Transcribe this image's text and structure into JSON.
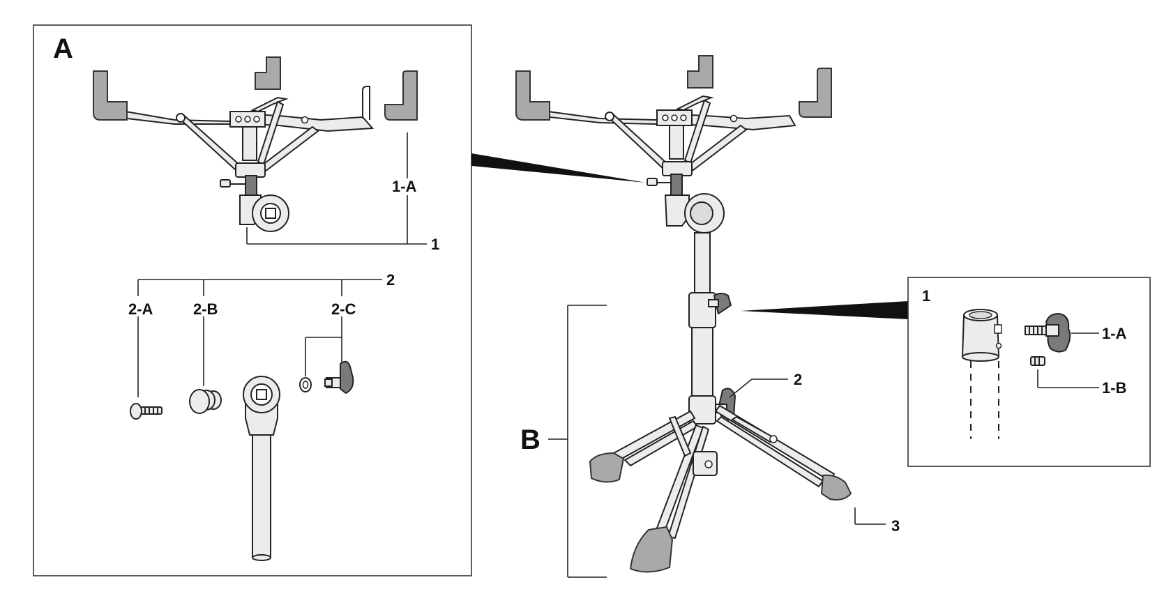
{
  "panels": {
    "a": {
      "letter": "A"
    },
    "b": {
      "letter": "B"
    },
    "detail": {
      "number": "1"
    }
  },
  "callouts": {
    "a_1": "1",
    "a_1a": "1-A",
    "a_2": "2",
    "a_2a": "2-A",
    "a_2b": "2-B",
    "a_2c": "2-C",
    "b_2": "2",
    "b_3": "3",
    "d_1a": "1-A",
    "d_1b": "1-B"
  }
}
